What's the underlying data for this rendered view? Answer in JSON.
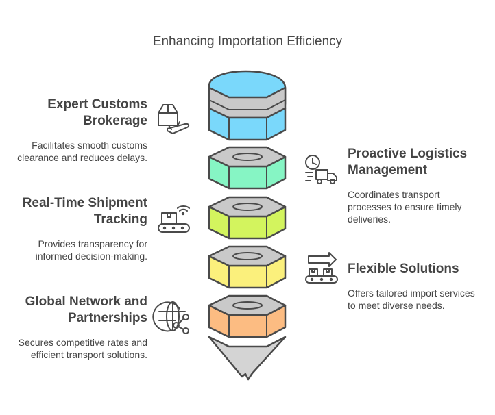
{
  "title": "Enhancing Importation Efficiency",
  "items": [
    {
      "heading": "Expert Customs Brokerage",
      "description": "Facilitates smooth customs clearance and reduces delays.",
      "icon": "package-plane-icon",
      "color": "#7ad8fb"
    },
    {
      "heading": "Proactive Logistics Management",
      "description": "Coordinates transport processes to ensure timely deliveries.",
      "icon": "clock-truck-icon",
      "color": "#86f5c4"
    },
    {
      "heading": "Real-Time Shipment Tracking",
      "description": "Provides transparency for informed decision-making.",
      "icon": "conveyor-wifi-icon",
      "color": "#d3f45e"
    },
    {
      "heading": "Flexible Solutions",
      "description": "Offers tailored import services to meet diverse needs.",
      "icon": "conveyor-arrow-icon",
      "color": "#fbf07c"
    },
    {
      "heading": "Global Network and Partnerships",
      "description": "Secures competitive rates and efficient transport solutions.",
      "icon": "globe-share-icon",
      "color": "#fcbc82"
    }
  ],
  "tip_color": "#d4d4d4",
  "stroke_color": "#4a4a4a",
  "band_color": "#c9c9c9"
}
